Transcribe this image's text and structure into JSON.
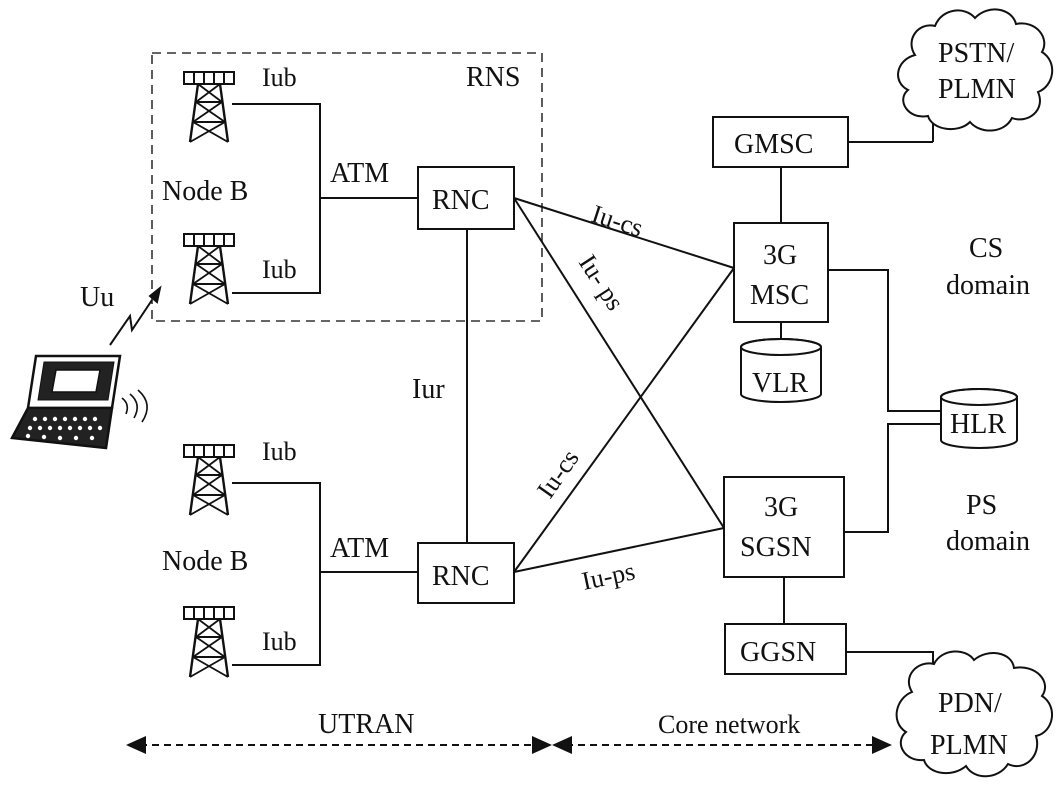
{
  "labels": {
    "rns": "RNS",
    "uu": "Uu",
    "iub": "Iub",
    "atm": "ATM",
    "node_b": "Node B",
    "rnc": "RNC",
    "iur": "Iur",
    "iu_cs": "Iu-cs",
    "iu_ps": "Iu-ps",
    "iu_ps_spaced": "Iu- ps",
    "gmsc": "GMSC",
    "msc_line1": "3G",
    "msc_line2": "MSC",
    "vlr": "VLR",
    "hlr": "HLR",
    "sgsn_line1": "3G",
    "sgsn_line2": "SGSN",
    "ggsn": "GGSN",
    "pstn_line1": "PSTN/",
    "pstn_line2": "PLMN",
    "pdn_line1": "PDN/",
    "pdn_line2": "PLMN",
    "cs_line1": "CS",
    "cs_line2": "domain",
    "ps_line1": "PS",
    "ps_line2": "domain",
    "utran": "UTRAN",
    "core_network": "Core network"
  }
}
